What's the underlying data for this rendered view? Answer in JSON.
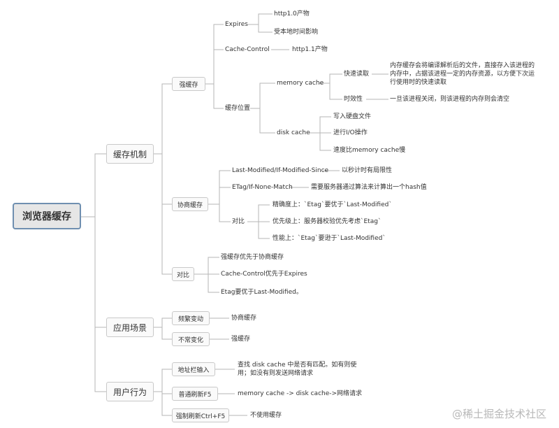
{
  "root": "浏览器缓存",
  "branches": {
    "cache_mechanism": "缓存机制",
    "app_scenario": "应用场景",
    "user_behavior": "用户行为"
  },
  "strong_cache": {
    "label": "强缓存",
    "expires": "Expires",
    "expires_children": [
      "http1.0产物",
      "受本地时间影响"
    ],
    "cache_control": "Cache-Control",
    "cache_control_child": "http1.1产物",
    "location": "缓存位置",
    "memory_cache": "memory cache",
    "fast_read": "快速读取",
    "fast_read_desc": "内存缓存会将编译解析后的文件，直接存入该进程的内存中，占据该进程一定的内存资源，以方便下次运行使用时的快速读取",
    "timeliness": "时效性",
    "timeliness_desc": "一旦该进程关闭，则该进程的内存则会清空",
    "disk_cache": "disk cache",
    "disk_children": [
      "写入硬盘文件",
      "进行I/O操作",
      "速度比memory cache慢"
    ]
  },
  "negotiate_cache": {
    "label": "协商缓存",
    "last_modified": "Last-Modified/If-Modified-Since",
    "last_modified_desc": "以秒计时有局限性",
    "etag": "ETag/If-None-Match",
    "etag_desc": "需要服务器通过算法来计算出一个hash值",
    "compare": "对比",
    "compare_children": [
      "精确度上：`Etag`要优于`Last-Modified`",
      "优先级上：服务器校验优先考虑`Etag`",
      "性能上：`Etag`要逊于`Last-Modified`"
    ]
  },
  "comparison": {
    "label": "对比",
    "items": [
      "强缓存优先于协商缓存",
      "Cache-Control优先于Expires",
      "Etag要优于Last-Modified。"
    ]
  },
  "scenario": {
    "frequent": "频繁变动",
    "frequent_desc": "协商缓存",
    "rare": "不常变化",
    "rare_desc": "强缓存"
  },
  "behavior": {
    "address_bar": "地址栏输入",
    "address_bar_desc": "查找 disk cache 中是否有匹配。如有则使用；如没有则发送网络请求",
    "normal_refresh": "普通刷新F5",
    "normal_refresh_desc": "memory cache -> disk cache->网络请求",
    "force_refresh": "强制刷新Ctrl+F5",
    "force_refresh_desc": "不使用缓存"
  },
  "watermark": "@稀土掘金技术社区"
}
